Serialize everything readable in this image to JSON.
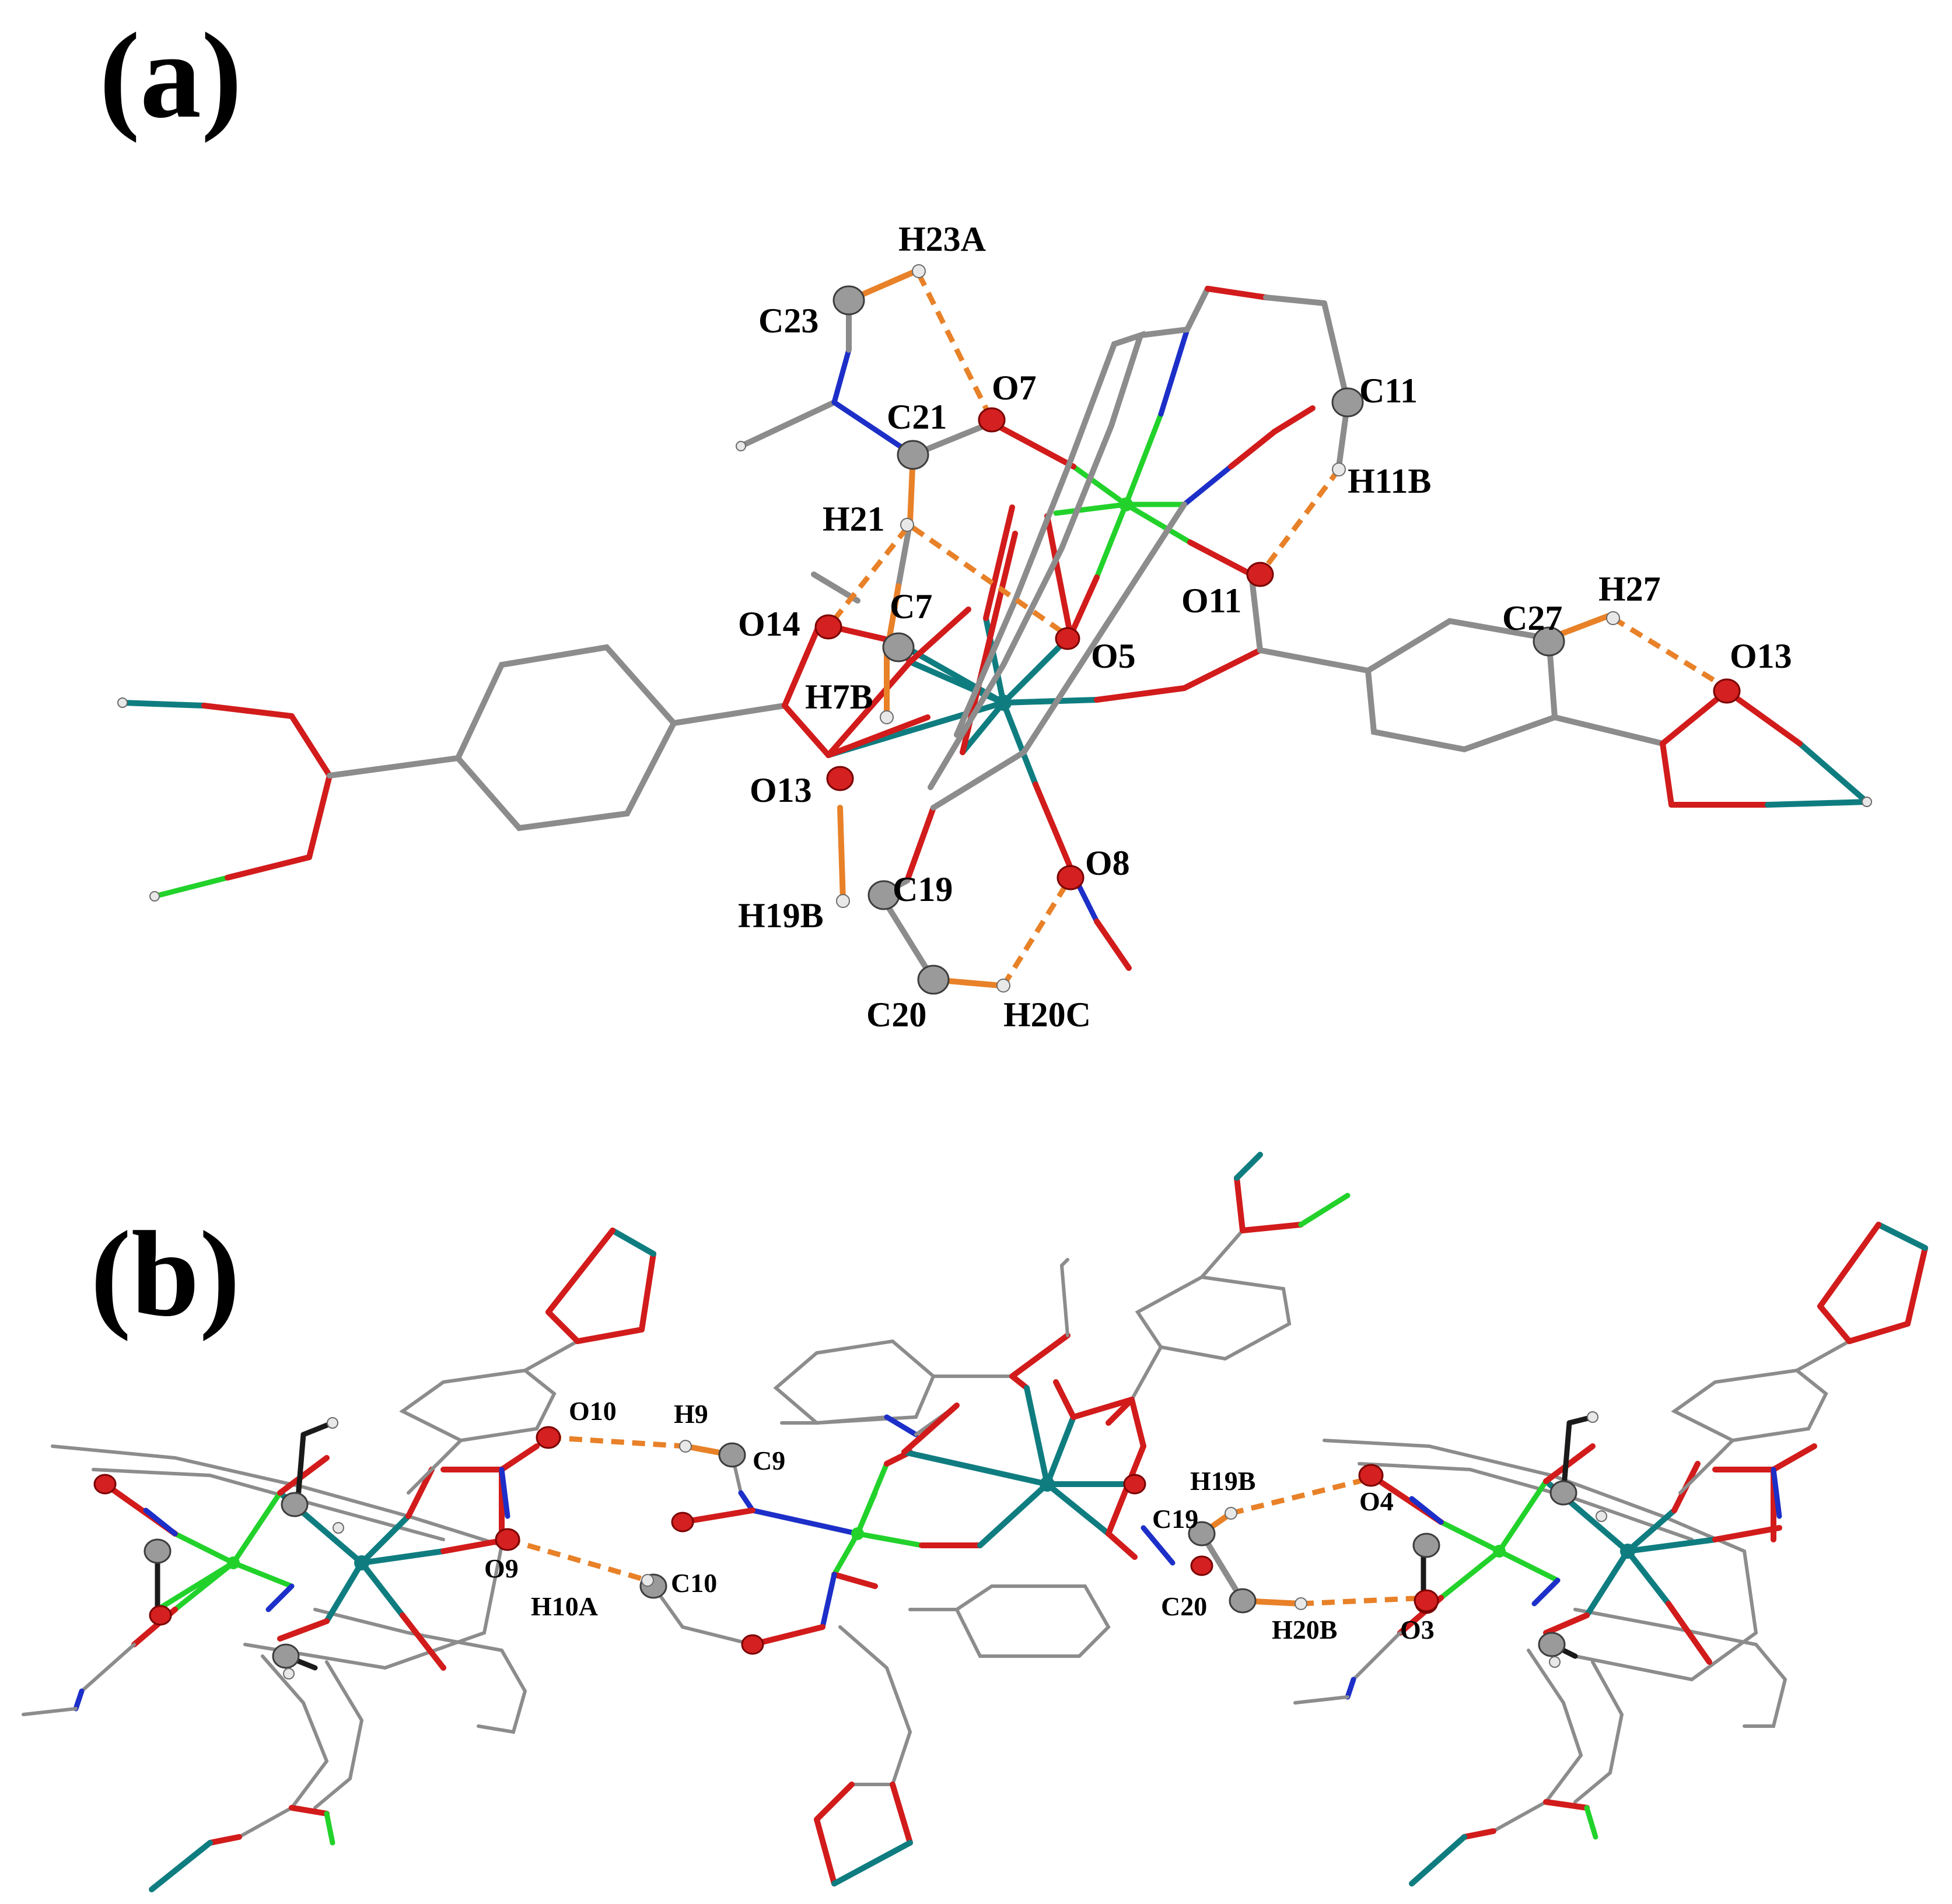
{
  "panel_a": {
    "label": "(a)",
    "atoms": {
      "h23a": "H23A",
      "c23": "C23",
      "c21": "C21",
      "o7": "O7",
      "c11": "C11",
      "h11b": "H11B",
      "h21": "H21",
      "o11": "O11",
      "h27": "H27",
      "c27": "C27",
      "o14": "O14",
      "c7": "C7",
      "o5": "O5",
      "h7b": "H7B",
      "o13_left": "O13",
      "o13_right": "O13",
      "o8": "O8",
      "c19": "C19",
      "h19b": "H19B",
      "c20": "C20",
      "h20c": "H20C"
    }
  },
  "panel_b": {
    "label": "(b)",
    "atoms": {
      "o10": "O10",
      "h9": "H9",
      "c9": "C9",
      "o9": "O9",
      "h10a": "H10A",
      "c10": "C10",
      "h19b": "H19B",
      "c19": "C19",
      "o4": "O4",
      "c20": "C20",
      "h20b": "H20B",
      "o3": "O3"
    }
  },
  "colors": {
    "carbon": "#8c8c8c",
    "oxygen": "#d21b1b",
    "nitrogen": "#1c2fc8",
    "metal_green": "#22d22b",
    "metal_teal": "#0f7d80",
    "hydrogen_bond": "#e88128"
  }
}
